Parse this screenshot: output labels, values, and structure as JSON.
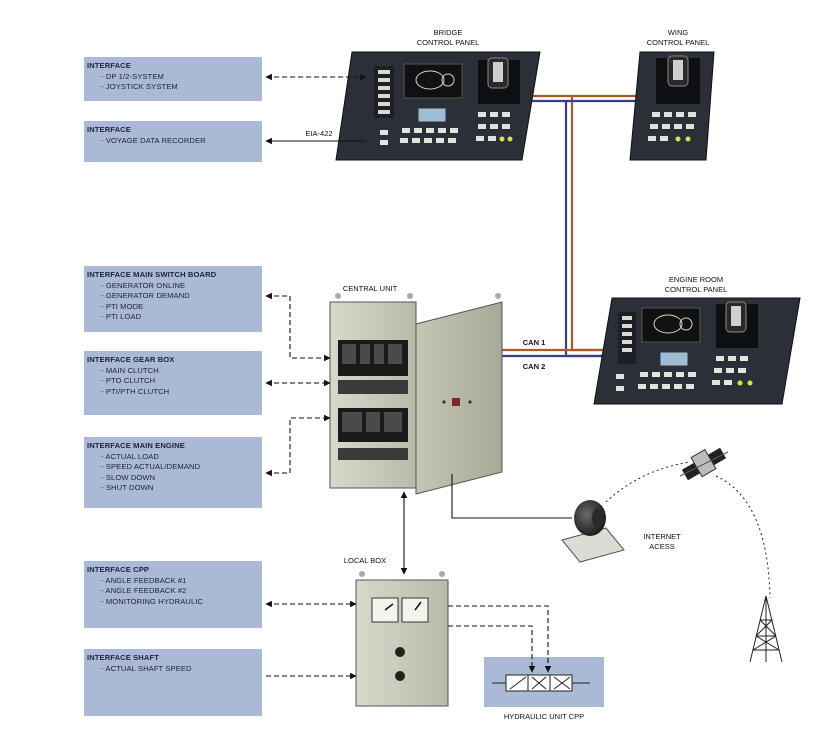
{
  "interfaces": {
    "dp": {
      "title": "INTERFACE",
      "items": [
        "DP 1/2-SYSTEM",
        "JOYSTICK SYSTEM"
      ]
    },
    "vdr": {
      "title": "INTERFACE",
      "items": [
        "VOYAGE DATA RECORDER"
      ]
    },
    "msb": {
      "title": "INTERFACE MAIN SWITCH BOARD",
      "items": [
        "GENERATOR ONLINE",
        "GENERATOR DEMAND",
        "PTI MODE",
        "PTI LOAD"
      ]
    },
    "gear": {
      "title": "INTERFACE GEAR BOX",
      "items": [
        "MAIN CLUTCH",
        "PTO CLUTCH",
        "PTI/PTH CLUTCH"
      ]
    },
    "engine": {
      "title": "INTERFACE MAIN ENGINE",
      "items": [
        "ACTUAL LOAD",
        "SPEED ACTUAL/DEMAND",
        "SLOW DOWN",
        "SHUT DOWN"
      ]
    },
    "cpp": {
      "title": "INTERFACE CPP",
      "items": [
        "ANGLE FEEDBACK #1",
        "ANGLE FEEDBACK #2",
        "MONITORING HYDRAULIC"
      ]
    },
    "shaft": {
      "title": "INTERFACE SHAFT",
      "items": [
        "ACTUAL SHAFT SPEED"
      ]
    }
  },
  "labels": {
    "bridge_l1": "BRIDGE",
    "bridge_l2": "CONTROL PANEL",
    "wing_l1": "WING",
    "wing_l2": "CONTROL PANEL",
    "engine_room_l1": "ENGINE ROOM",
    "engine_room_l2": "CONTROL PANEL",
    "central_unit": "CENTRAL UNIT",
    "local_box": "LOCAL BOX",
    "eia": "EIA-422",
    "can1": "CAN 1",
    "can2": "CAN 2",
    "internet_l1": "INTERNET",
    "internet_l2": "ACESS",
    "hydraulic": "HYDRAULIC UNIT CPP"
  },
  "colors": {
    "interface_box": "#a9b9d6",
    "panel_dark": "#2b2f38",
    "cabinet": "#cfcfbf",
    "can1_line": "#a8582a",
    "can2_line": "#3a3f8c"
  }
}
